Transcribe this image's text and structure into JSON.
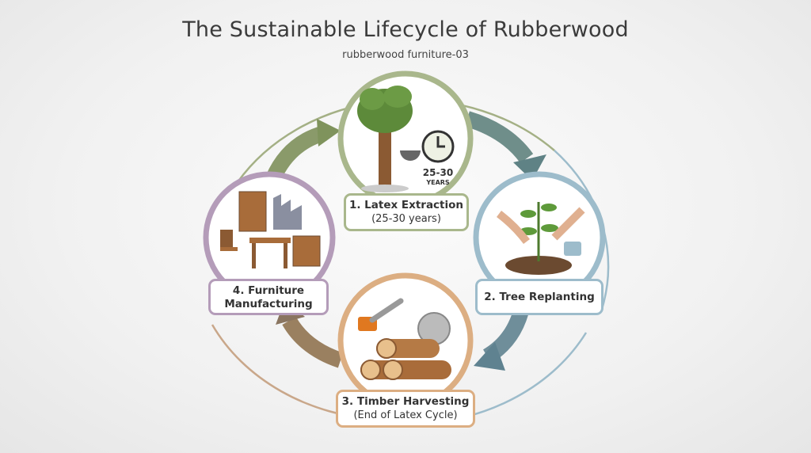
{
  "title": "The Sustainable Lifecycle of Rubberwood",
  "subtitle": "rubberwood furniture-03",
  "stages": [
    {
      "title": "1. Latex Extraction",
      "detail": "(25-30 years)",
      "badge_number": "25-30",
      "badge_unit": "YEARS",
      "icon": "tree-tapping-icon",
      "color": "#8a9a6a"
    },
    {
      "title": "2. Tree Replanting",
      "icon": "sapling-planting-icon",
      "color": "#7fa3b3"
    },
    {
      "title": "3. Timber Harvesting",
      "detail": "(End of Latex Cycle)",
      "icon": "logs-chainsaw-icon",
      "color": "#d39a66"
    },
    {
      "title": "4. Furniture",
      "title_line2": "Manufacturing",
      "icon": "furniture-factory-icon",
      "color": "#9a7fa0"
    }
  ]
}
